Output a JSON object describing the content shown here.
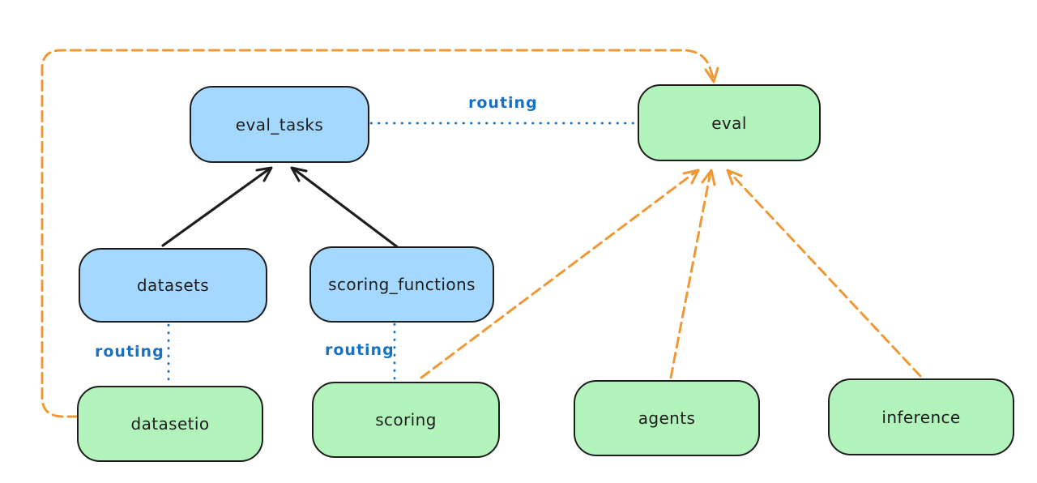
{
  "diagram": {
    "nodes": {
      "eval_tasks": {
        "label": "eval_tasks",
        "color": "blue"
      },
      "datasets": {
        "label": "datasets",
        "color": "blue"
      },
      "scoring_functions": {
        "label": "scoring_functions",
        "color": "blue"
      },
      "eval": {
        "label": "eval",
        "color": "green"
      },
      "datasetio": {
        "label": "datasetio",
        "color": "green"
      },
      "scoring": {
        "label": "scoring",
        "color": "green"
      },
      "agents": {
        "label": "agents",
        "color": "green"
      },
      "inference": {
        "label": "inference",
        "color": "green"
      }
    },
    "edge_labels": {
      "routing_top": "routing",
      "routing_left": "routing",
      "routing_middle": "routing"
    },
    "edges": [
      {
        "from": "datasets",
        "to": "eval_tasks",
        "style": "solid-arrow",
        "color": "#1e1e1e"
      },
      {
        "from": "scoring_functions",
        "to": "eval_tasks",
        "style": "solid-arrow",
        "color": "#1e1e1e"
      },
      {
        "from": "eval_tasks",
        "to": "eval",
        "style": "dotted",
        "color": "#1971c2",
        "label": "routing"
      },
      {
        "from": "datasets",
        "to": "datasetio",
        "style": "dotted",
        "color": "#1971c2",
        "label": "routing"
      },
      {
        "from": "scoring_functions",
        "to": "scoring",
        "style": "dotted",
        "color": "#1971c2",
        "label": "routing"
      },
      {
        "from": "datasetio",
        "to": "eval",
        "style": "dashed-arrow",
        "color": "#ee9836"
      },
      {
        "from": "scoring",
        "to": "eval",
        "style": "dashed-arrow",
        "color": "#ee9836"
      },
      {
        "from": "agents",
        "to": "eval",
        "style": "dashed-arrow",
        "color": "#ee9836"
      },
      {
        "from": "inference",
        "to": "eval",
        "style": "dashed-arrow",
        "color": "#ee9836"
      }
    ],
    "colors": {
      "node_blue_fill": "#a5d8ff",
      "node_green_fill": "#b2f2bb",
      "node_stroke": "#1e1e1e",
      "routing_blue": "#1971c2",
      "provider_orange": "#ee9836",
      "background": "#ffffff"
    }
  }
}
